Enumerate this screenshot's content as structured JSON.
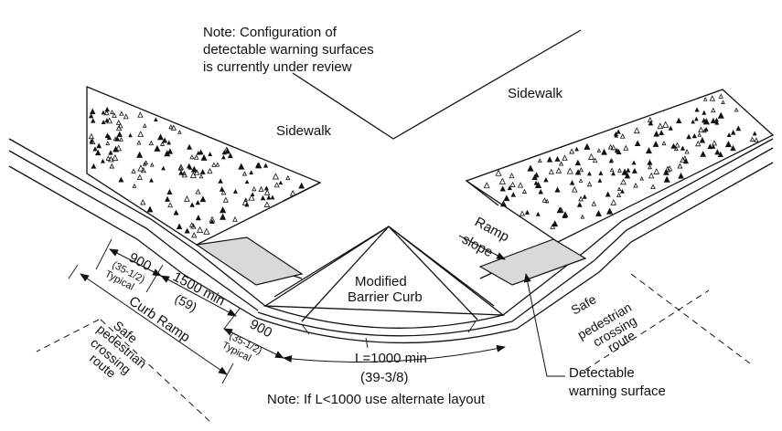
{
  "notes": {
    "review_line1": "Note: Configuration of",
    "review_line2": "detectable warning surfaces",
    "review_line3": "is currently under review",
    "alternate": "Note: If L<1000 use alternate layout"
  },
  "labels": {
    "sidewalk_left": "Sidewalk",
    "sidewalk_right": "Sidewalk",
    "ramp_slope_1": "Ramp",
    "ramp_slope_2": "slope",
    "barrier_1": "Modified",
    "barrier_2": "Barrier Curb",
    "curb_ramp": "Curb Ramp",
    "safe_left_1": "Safe",
    "safe_left_2": "pedestrian",
    "safe_left_3": "crossing",
    "safe_left_4": "route",
    "safe_right_1": "Safe",
    "safe_right_2": "pedestrian",
    "safe_right_3": "crossing",
    "safe_right_4": "route",
    "detect_1": "Detectable",
    "detect_2": "warning surface"
  },
  "dimensions": {
    "d900_left": "900",
    "d900_left_sub": "(35-1/2)",
    "d900_left_typ": "Typical",
    "d1500": "1500 min",
    "d1500_sub": "(59)",
    "d900_right": "900",
    "d900_right_sub": "(35-1/2)",
    "d900_right_typ": "Typical",
    "l1000": "L=1000 min",
    "l1000_sub": "(39-3/8)"
  },
  "colors": {
    "line": "#111111",
    "warning_fill": "#d9d9d9",
    "background": "#ffffff"
  }
}
